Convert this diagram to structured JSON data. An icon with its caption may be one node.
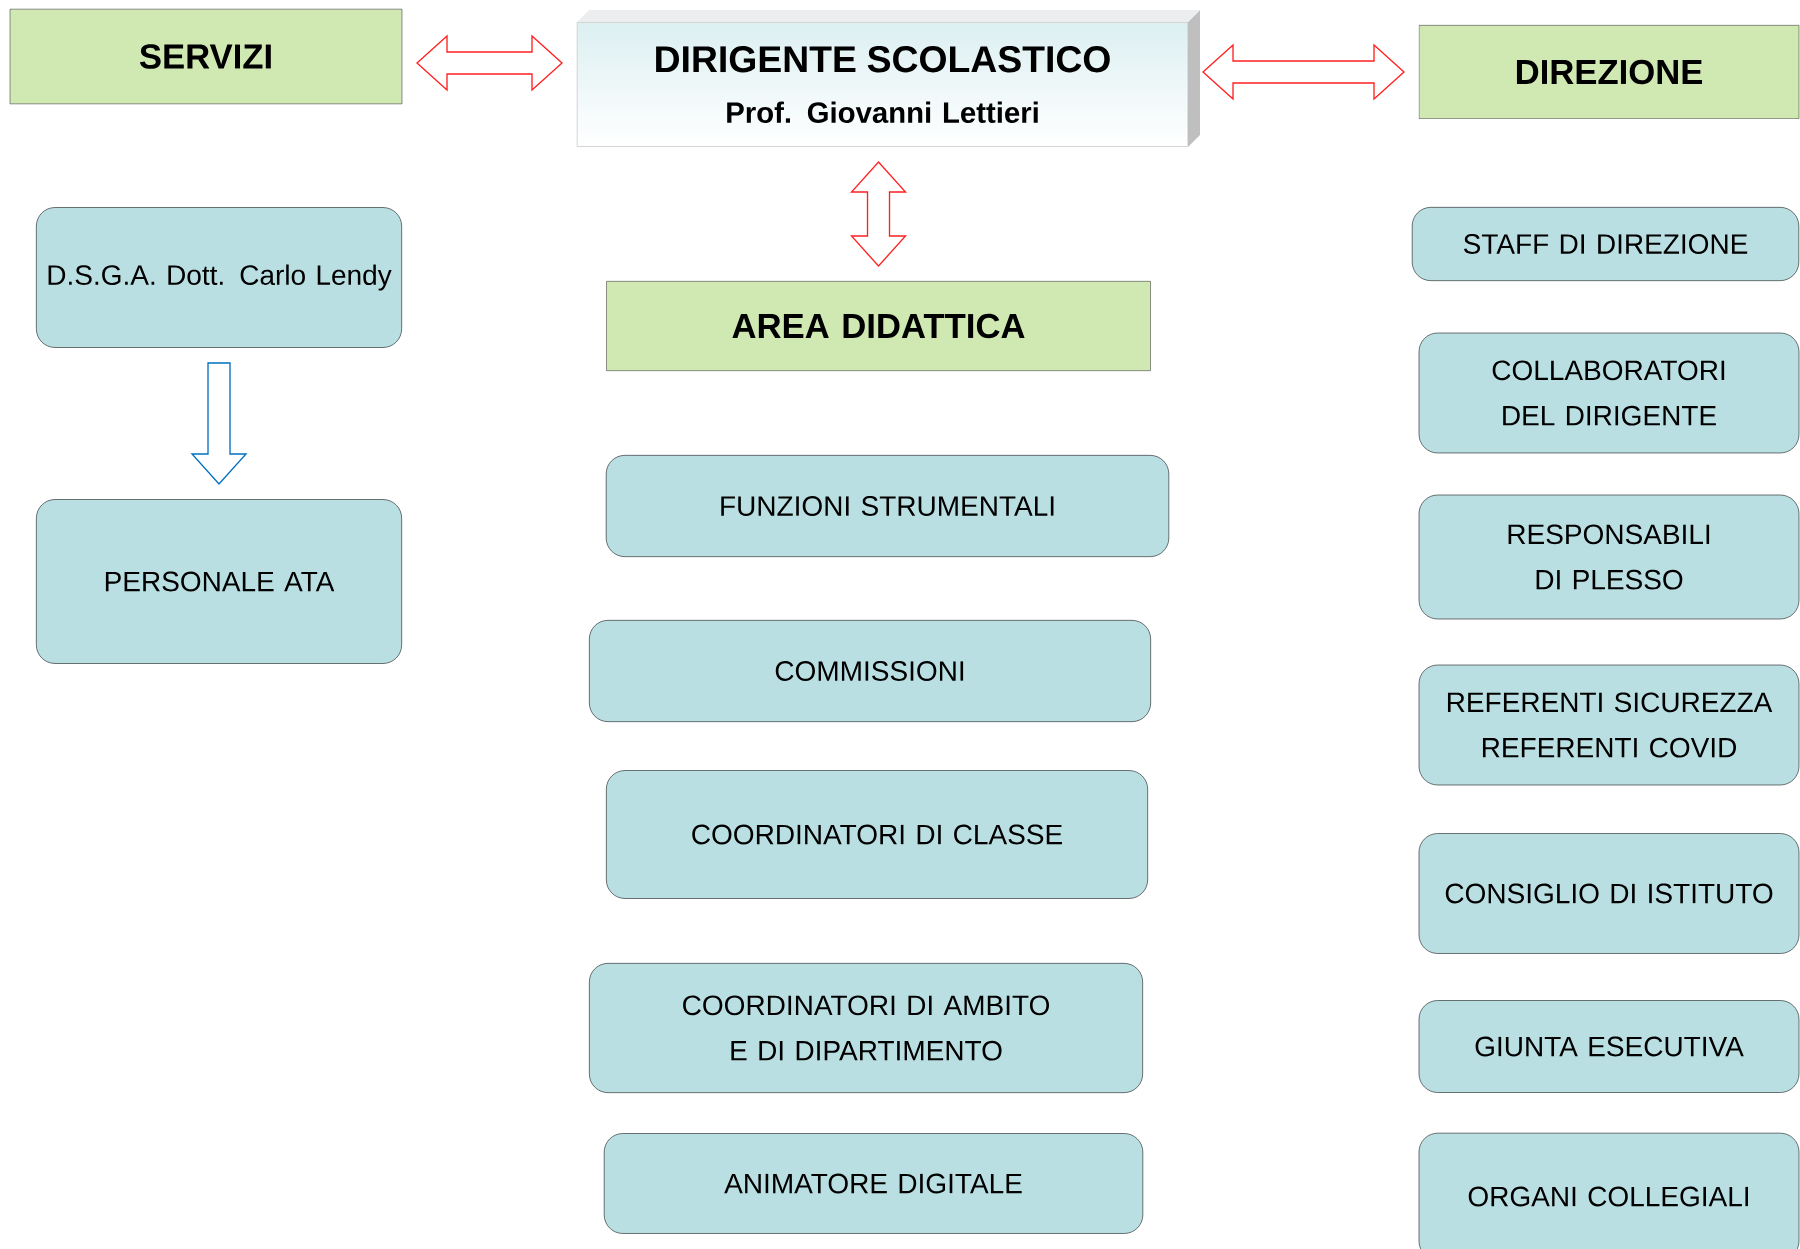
{
  "diagram": {
    "nodes": [
      {
        "text": [
          "SERVIZI"
        ]
      },
      {
        "text": [
          "DIRIGENTE SCOLASTICO",
          "Prof. Giovanni Lettieri"
        ]
      },
      {
        "text": [
          "DIREZIONE"
        ]
      },
      {
        "text": [
          "D.S.G.A. Dott. Carlo Lendy"
        ]
      },
      {
        "text": [
          "PERSONALE ATA"
        ]
      },
      {
        "text": [
          "AREA DIDATTICA"
        ]
      },
      {
        "text": [
          "FUNZIONI STRUMENTALI"
        ]
      },
      {
        "text": [
          "COMMISSIONI"
        ]
      },
      {
        "text": [
          "COORDINATORI DI CLASSE"
        ]
      },
      {
        "text": [
          "COORDINATORI DI AMBITO E DI DIPARTIMENTO"
        ]
      },
      {
        "text": [
          "ANIMATORE DIGITALE"
        ]
      },
      {
        "text": [
          "STAFF DI DIREZIONE"
        ]
      },
      {
        "text": [
          "COLLABORATORI DEL DIRIGENTE"
        ]
      },
      {
        "text": [
          "RESPONSABILI DI PLESSO"
        ]
      },
      {
        "text": [
          "REFERENTI SICUREZZA",
          "REFERENTI COVID"
        ]
      },
      {
        "text": [
          "CONSIGLIO DI ISTITUTO"
        ]
      },
      {
        "text": [
          "GIUNTA ESECUTIVA"
        ]
      },
      {
        "text": [
          "ORGANI COLLEGIALI"
        ]
      }
    ],
    "edges": [
      {
        "from": 0,
        "to": 1,
        "arrow": "both"
      },
      {
        "from": 1,
        "to": 2,
        "arrow": "both"
      },
      {
        "from": 1,
        "to": 5,
        "arrow": "both"
      },
      {
        "from": 3,
        "to": 4,
        "arrow": "to",
        "color": "#0070c0"
      }
    ]
  }
}
